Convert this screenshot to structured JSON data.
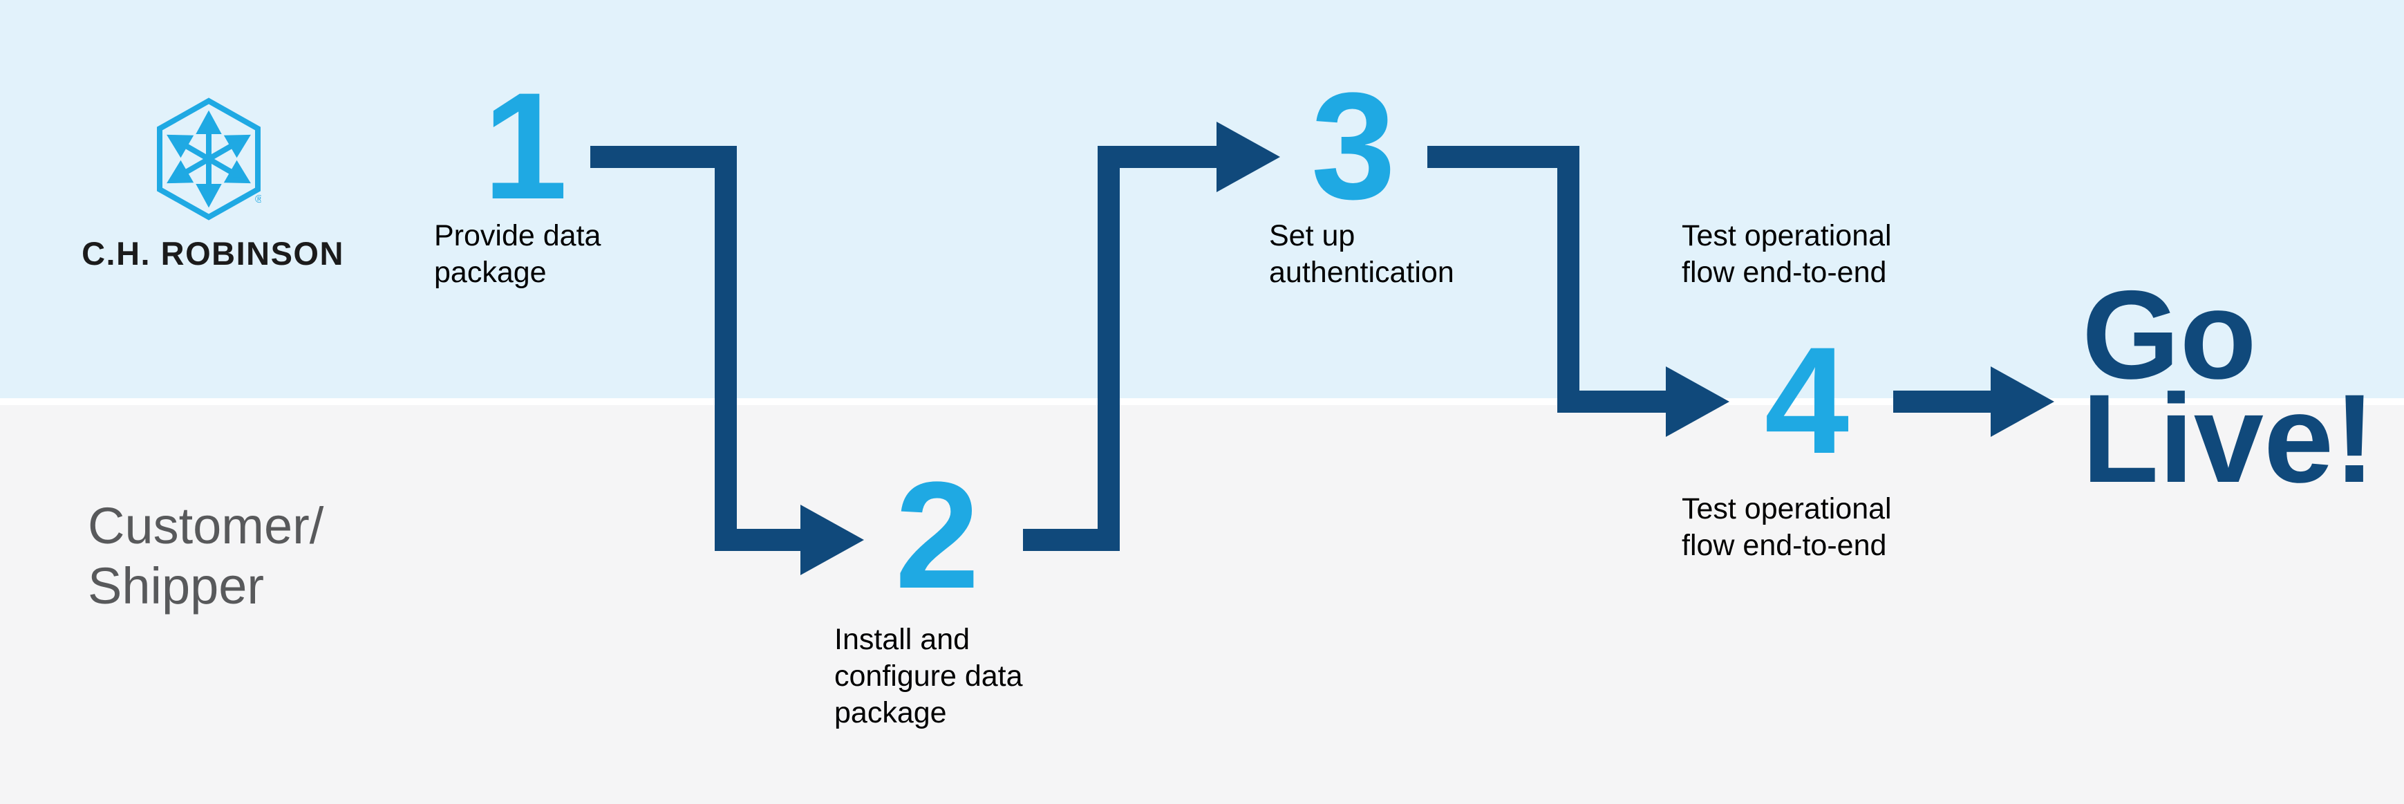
{
  "colors": {
    "navy": "#10497B",
    "cyan": "#1FA9E3",
    "lane_top_bg": "#E2F2FB",
    "lane_bottom_bg": "#F5F5F6",
    "divider": "#FFFFFF",
    "label_text": "#000000",
    "lane_label_text": "#58595B",
    "wordmark_text": "#1B1B1B"
  },
  "brand": {
    "logo_icon": "hexagon-cube-arrows-icon",
    "wordmark": "C.H. ROBINSON",
    "registered_mark": "®"
  },
  "lanes": {
    "top": {
      "owner": "C.H. Robinson"
    },
    "bottom": {
      "label_line1": "Customer/",
      "label_line2": "Shipper"
    }
  },
  "steps": [
    {
      "number": "1",
      "lane": "top",
      "label_lines": [
        "Provide data",
        "package"
      ]
    },
    {
      "number": "2",
      "lane": "bottom",
      "label_lines": [
        "Install and",
        "configure data",
        "package"
      ]
    },
    {
      "number": "3",
      "lane": "top",
      "label_lines": [
        "Set up",
        "authentication"
      ]
    },
    {
      "number": "4",
      "lane": "middle",
      "label_above_lines": [
        "Test operational",
        "flow end-to-end"
      ],
      "label_below_lines": [
        "Test operational",
        "flow end-to-end"
      ]
    }
  ],
  "connections": [
    "step1-to-step2",
    "step2-to-step3",
    "step3-to-step4",
    "step4-to-go-live"
  ],
  "finish": {
    "line1": "Go",
    "line2": "Live!"
  }
}
